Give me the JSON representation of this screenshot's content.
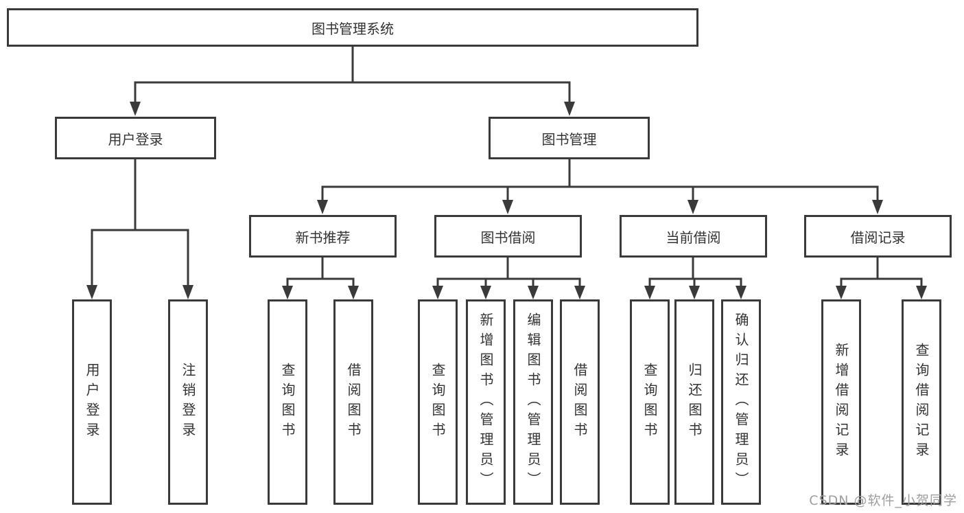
{
  "tree": {
    "label": "图书管理系统",
    "children": [
      {
        "label": "用户登录",
        "children": [
          {
            "label": "用户登录"
          },
          {
            "label": "注销登录"
          }
        ]
      },
      {
        "label": "图书管理",
        "children": [
          {
            "label": "新书推荐",
            "children": [
              {
                "label": "查询图书"
              },
              {
                "label": "借阅图书"
              }
            ]
          },
          {
            "label": "图书借阅",
            "children": [
              {
                "label": "查询图书"
              },
              {
                "label": "新增图书（管理员）"
              },
              {
                "label": "编辑图书（管理员）"
              },
              {
                "label": "借阅图书"
              }
            ]
          },
          {
            "label": "当前借阅",
            "children": [
              {
                "label": "查询图书"
              },
              {
                "label": "归还图书"
              },
              {
                "label": "确认归还（管理员）"
              }
            ]
          },
          {
            "label": "借阅记录",
            "children": [
              {
                "label": "新增借阅记录"
              },
              {
                "label": "查询借阅记录"
              }
            ]
          }
        ]
      }
    ]
  },
  "watermark": "CSDN @软件_小贺同学",
  "colors": {
    "line": "#3a3a3a",
    "box_border": "#3a3a3a",
    "text": "#333333",
    "background": "#ffffff",
    "watermark": "#9e9e9e"
  }
}
